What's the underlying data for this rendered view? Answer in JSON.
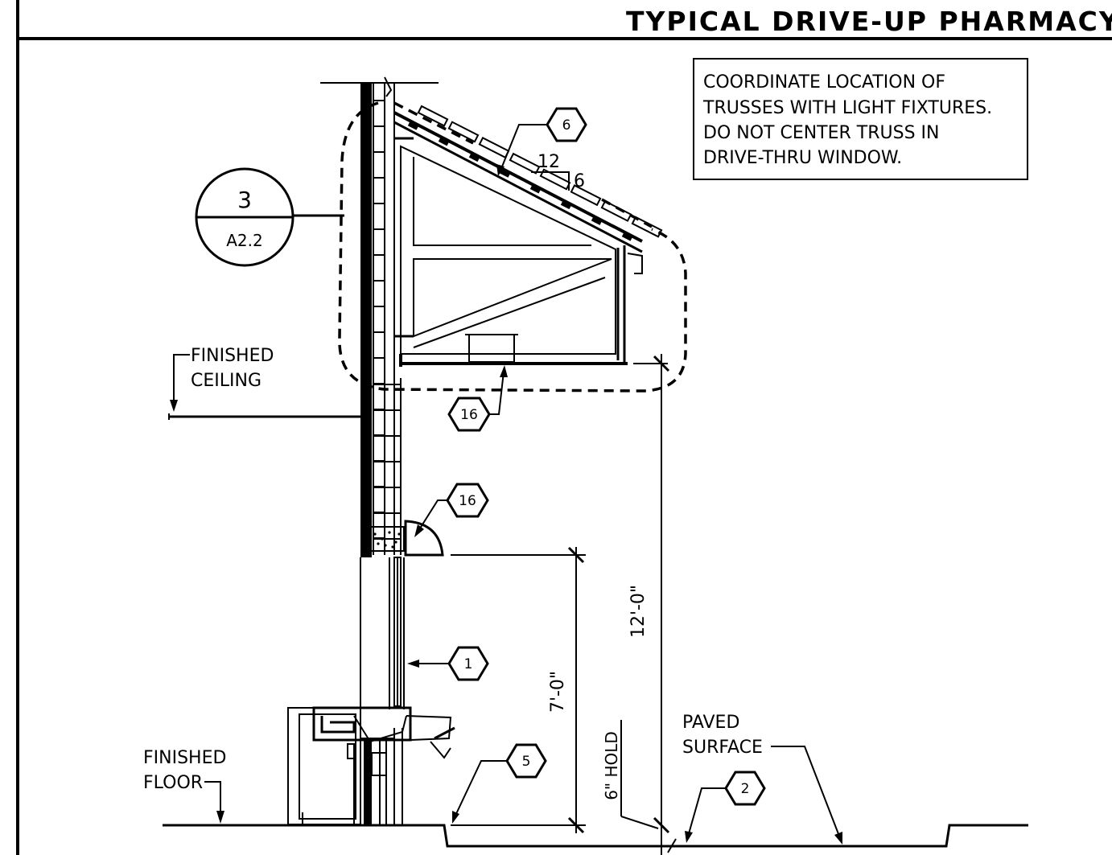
{
  "title": "TYPICAL DRIVE-UP PHARMACY",
  "note_lines": [
    "COORDINATE LOCATION OF",
    "TRUSSES WITH LIGHT FIXTURES.",
    "DO NOT CENTER TRUSS IN",
    "DRIVE-THRU WINDOW."
  ],
  "section_marker": {
    "number": "3",
    "sheet": "A2.2"
  },
  "slope": {
    "run": "12",
    "rise": "6"
  },
  "labels": {
    "finished_ceiling": [
      "FINISHED",
      "CEILING"
    ],
    "finished_floor": [
      "FINISHED",
      "FLOOR"
    ],
    "paved_surface": [
      "PAVED",
      "SURFACE"
    ]
  },
  "dimensions": {
    "overall_height": "12'-0\"",
    "window_height": "7'-0\"",
    "hold": "6\" HOLD"
  },
  "keynotes": {
    "roof": "6",
    "soffit": "16",
    "awning": "16",
    "window": "1",
    "curb": "5",
    "paving": "2"
  }
}
